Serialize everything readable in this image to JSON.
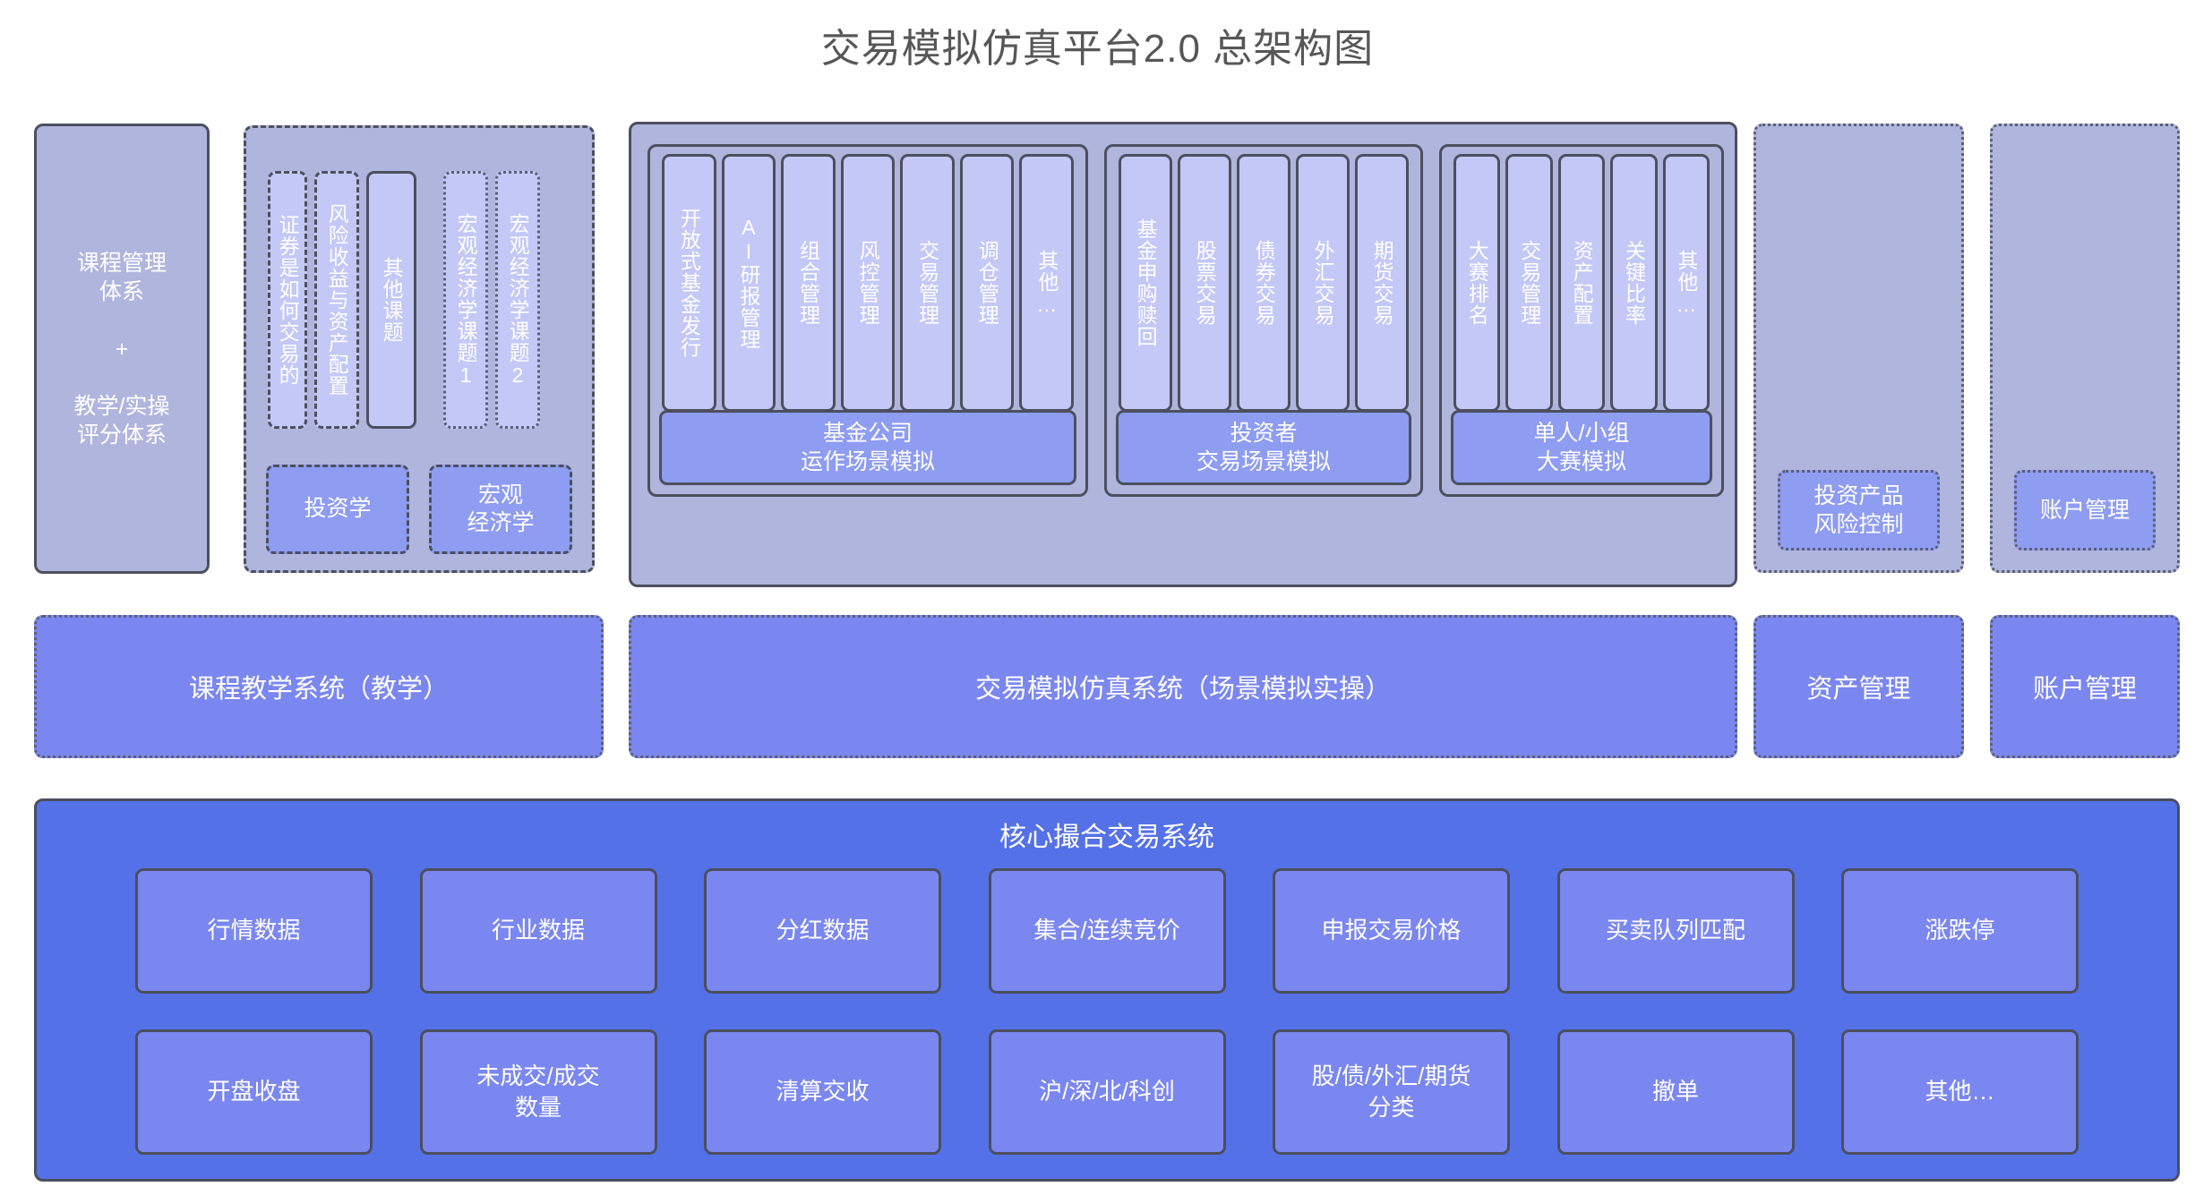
{
  "title": "交易模拟仿真平台2.0 总架构图",
  "colors": {
    "page_background": "#ffffff",
    "title_text": "#575757",
    "container_fill": "#b0b5dd",
    "container_border": "#4c505e",
    "card_fill": "#c3c8f6",
    "accent_fill": "#8e9cf2",
    "midbar_fill": "#7b87f0",
    "core_fill": "#5571e8",
    "core_card_fill": "#7b87f0",
    "label_text": "#ffffff"
  },
  "top_row": {
    "course_system": {
      "label": "课程管理\n体系\n\n+\n\n教学/实操\n评分体系"
    },
    "course_topics_group": {
      "topics": [
        {
          "label": "证券是如何交易的",
          "style": "dashed"
        },
        {
          "label": "风险收益与资产配置",
          "style": "dashed"
        },
        {
          "label": "其他课题",
          "style": "plain"
        },
        {
          "label": "宏观经济学课题1",
          "style": "dotted"
        },
        {
          "label": "宏观经济学课题2",
          "style": "dotted"
        }
      ],
      "courses": [
        {
          "label": "投资学"
        },
        {
          "label": "宏观\n经济学"
        }
      ]
    },
    "sim_platform": {
      "groups": [
        {
          "caption": "基金公司\n运作场景模拟",
          "cards": [
            "开放式基金发行",
            "AI研报管理",
            "组合管理",
            "风控管理",
            "交易管理",
            "调仓管理",
            "其他…"
          ]
        },
        {
          "caption": "投资者\n交易场景模拟",
          "cards": [
            "基金申购赎回",
            "股票交易",
            "债券交易",
            "外汇交易",
            "期货交易"
          ]
        },
        {
          "caption": "单人/小组\n大赛模拟",
          "cards": [
            "大赛排名",
            "交易管理",
            "资产配置",
            "关键比率",
            "其他…"
          ]
        }
      ]
    },
    "risk_column": {
      "label": "投资产品\n风险控制"
    },
    "account_column": {
      "label": "账户管理"
    }
  },
  "middle_row": {
    "course_teaching": "课程教学系统（教学）",
    "trading_simulation": "交易模拟仿真系统（场景模拟实操）",
    "asset_management": "资产管理",
    "account_management": "账户管理"
  },
  "core_system": {
    "title": "核心撮合交易系统",
    "row1": [
      "行情数据",
      "行业数据",
      "分红数据",
      "集合/连续竞价",
      "申报交易价格",
      "买卖队列匹配",
      "涨跌停"
    ],
    "row2": [
      "开盘收盘",
      "未成交/成交\n数量",
      "清算交收",
      "沪/深/北/科创",
      "股/债/外汇/期货\n分类",
      "撤单",
      "其他…"
    ]
  }
}
